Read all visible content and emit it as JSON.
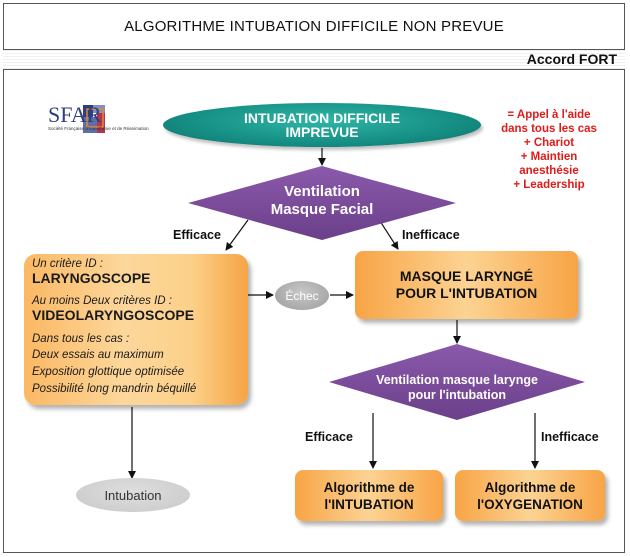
{
  "header": {
    "title": "ALGORITHME INTUBATION DIFFICILE NON PREVUE",
    "accord": "Accord FORT"
  },
  "logo": {
    "name": "SFAR",
    "subtitle": "Société Française d'Anesthésie et de Réanimation"
  },
  "start": {
    "line1": "INTUBATION DIFFICILE",
    "line2": "IMPREVUE"
  },
  "callout": {
    "line1": "= Appel à l'aide",
    "line2": "dans tous les cas",
    "line3": "+ Chariot",
    "line4": "+ Maintien",
    "line5": "anesthésie",
    "line6": "+ Leadership"
  },
  "decision1": {
    "line1": "Ventilation",
    "line2": "Masque Facial"
  },
  "labels": {
    "efficace1": "Efficace",
    "inefficace1": "Inefficace",
    "efficace2": "Efficace",
    "inefficace2": "Inefficace"
  },
  "left_box": {
    "critere1": "Un critère ID :",
    "laryngoscope": "LARYNGOSCOPE",
    "critere2": "Au moins Deux critères ID :",
    "videolaryngoscope": "VIDEOLARYNGOSCOPE",
    "cas_title": "Dans tous les cas :",
    "cas1": "Deux essais au maximum",
    "cas2": "Exposition glottique optimisée",
    "cas3": "Possibilité long mandrin béquillé"
  },
  "echec": "Échec",
  "masque_box": {
    "line1": "MASQUE LARYNGÉ",
    "line2": "POUR L'INTUBATION"
  },
  "decision2": {
    "line1": "Ventilation masque larynge",
    "line2": "pour l'intubation"
  },
  "intubation": "Intubation",
  "algo_intubation": {
    "line1": "Algorithme de",
    "line2": "l'INTUBATION"
  },
  "algo_oxygenation": {
    "line1": "Algorithme de",
    "line2": "l'OXYGENATION"
  },
  "colors": {
    "teal": "#158e84",
    "purple": "#7b4a9b",
    "orange": "#f8a445",
    "red": "#e21a1a",
    "gray": "#a9a9a9"
  }
}
